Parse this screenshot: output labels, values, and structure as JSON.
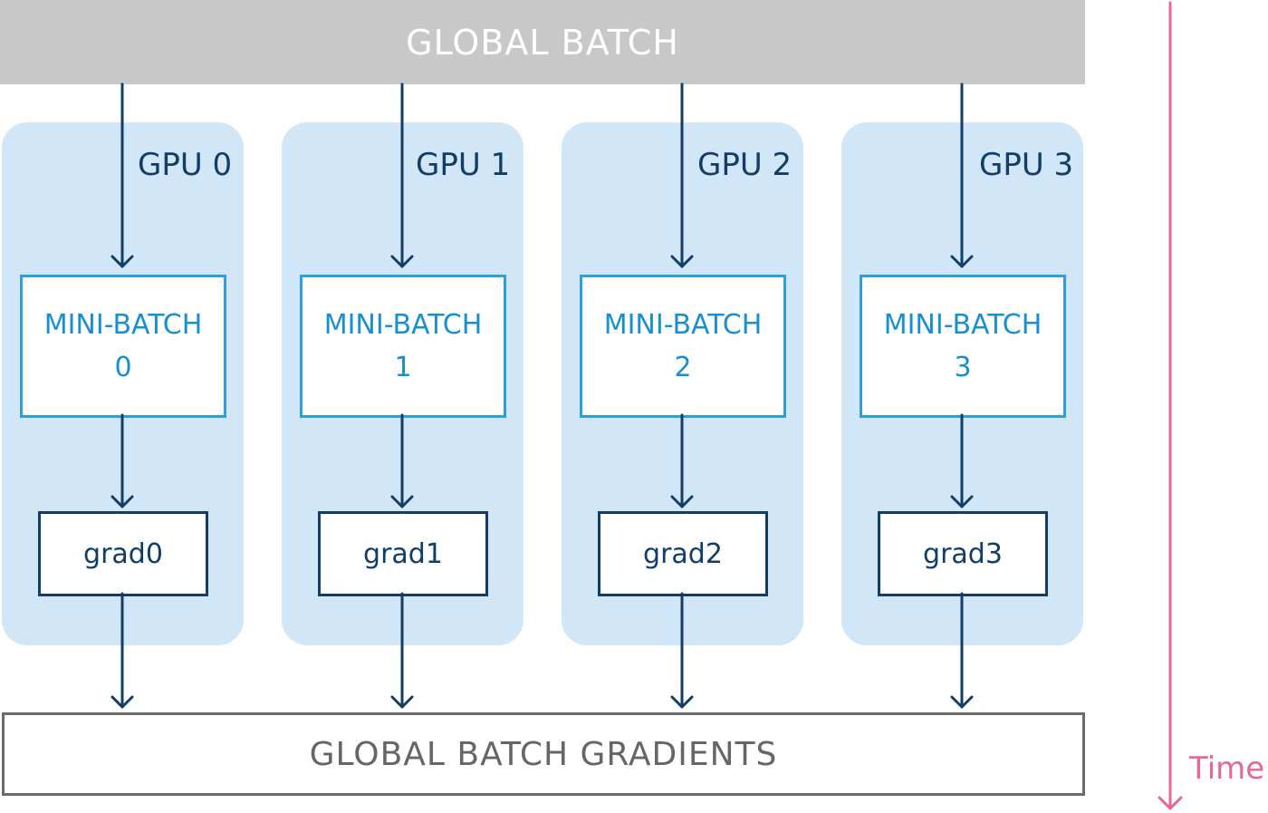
{
  "global_batch": {
    "label": "GLOBAL BATCH"
  },
  "gpus": [
    {
      "label": "GPU 0",
      "mini_batch_line1": "MINI-BATCH",
      "mini_batch_line2": "0",
      "grad": "grad0"
    },
    {
      "label": "GPU 1",
      "mini_batch_line1": "MINI-BATCH",
      "mini_batch_line2": "1",
      "grad": "grad1"
    },
    {
      "label": "GPU 2",
      "mini_batch_line1": "MINI-BATCH",
      "mini_batch_line2": "2",
      "grad": "grad2"
    },
    {
      "label": "GPU 3",
      "mini_batch_line1": "MINI-BATCH",
      "mini_batch_line2": "3",
      "grad": "grad3"
    }
  ],
  "global_gradients": {
    "label": "GLOBAL BATCH GRADIENTS"
  },
  "time_axis": {
    "label": "Time"
  },
  "colors": {
    "gpu_panel": "#d1e7f8",
    "mini_batch_border": "#2f9fd9",
    "dark_navy": "#123d66",
    "time_pink": "#e8679a",
    "global_batch_gray": "#c8c8c8"
  }
}
